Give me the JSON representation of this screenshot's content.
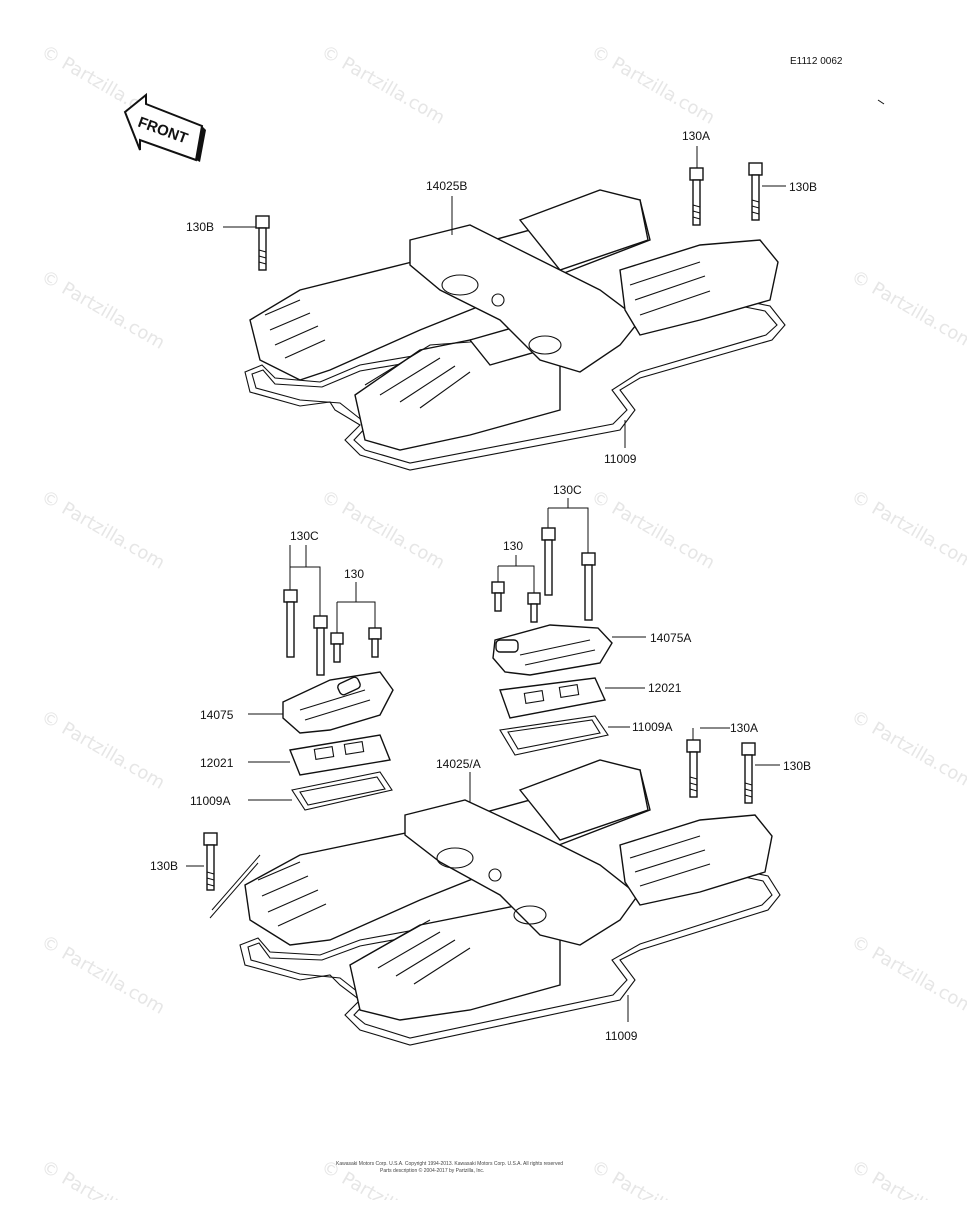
{
  "diagram": {
    "code": "E1112 0062",
    "front_label": "FRONT",
    "footer_line1": "Kawasaki Motors Corp. U.S.A. Copyright 1994-2013. Kawasaki Motors Corp. U.S.A. All rights reserved",
    "footer_line2": "Parts description © 2004-2017 by Partzilla, Inc.",
    "watermark": "© Partzilla.com",
    "labels": {
      "top_130A": "130A",
      "top_130B_left": "130B",
      "top_130B_right": "130B",
      "top_14025B": "14025B",
      "top_11009": "11009",
      "l_130C": "130C",
      "l_130": "130",
      "l_14075": "14075",
      "l_12021": "12021",
      "l_11009A": "11009A",
      "r_130C": "130C",
      "r_130": "130",
      "r_14075A": "14075A",
      "r_12021": "12021",
      "r_11009A": "11009A",
      "b_14025A": "14025/A",
      "b_130A": "130A",
      "b_130B_right": "130B",
      "b_130B_left": "130B",
      "b_11009": "11009"
    }
  }
}
